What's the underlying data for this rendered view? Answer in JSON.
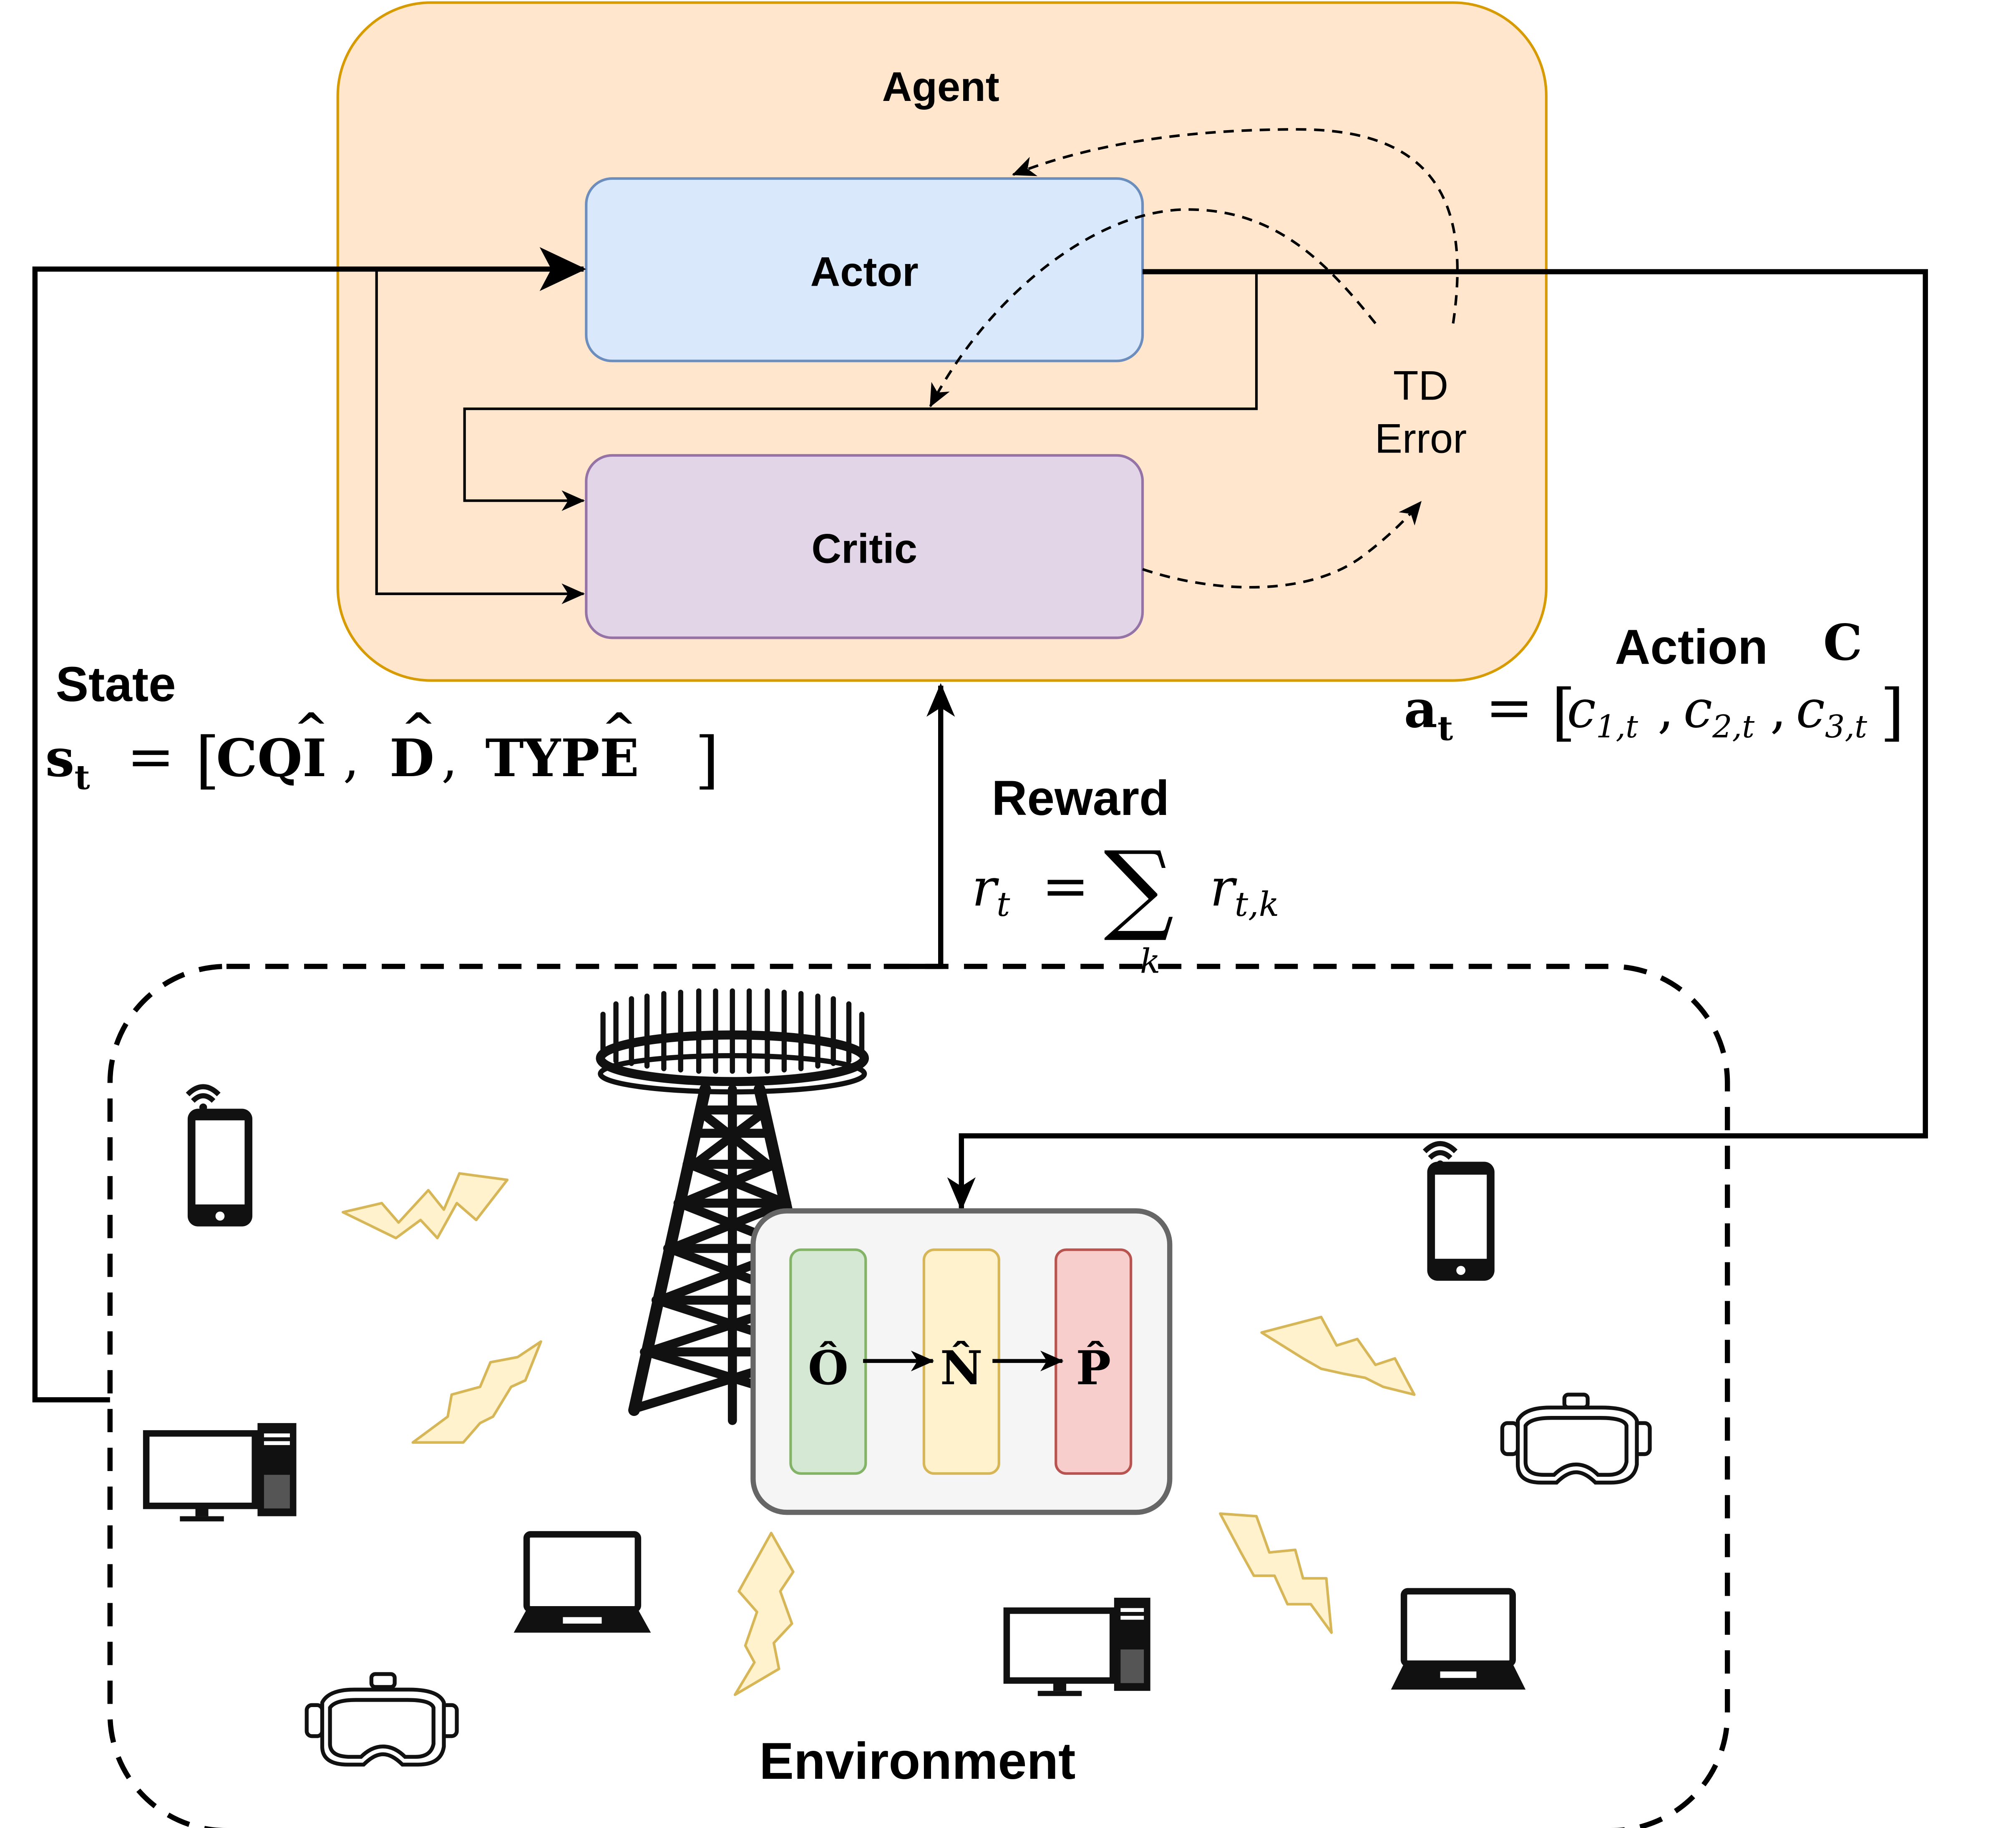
{
  "agent": {
    "title": "Agent",
    "actor_label": "Actor",
    "critic_label": "Critic",
    "td_error_line1": "TD",
    "td_error_line2": "Error"
  },
  "state": {
    "title": "State",
    "formula": "s_t = [CQI, D, TYPE]",
    "formula_lhs": "s",
    "formula_lhs_sub": "t",
    "formula_eq": "=",
    "formula_open": "[",
    "formula_item1": "CQI",
    "formula_item2": "D",
    "formula_item3": "TYPE",
    "formula_close": "]"
  },
  "action": {
    "title": "Action",
    "symbol": "C",
    "formula": "a_t = [c_{1,t}, c_{2,t}, c_{3,t}]",
    "formula_lhs": "a",
    "formula_lhs_sub": "t",
    "formula_eq": "=",
    "c_var": "c",
    "c1_sub": "1,t",
    "c2_sub": "2,t",
    "c3_sub": "3,t"
  },
  "reward": {
    "title": "Reward",
    "formula": "r_t = Σ_k r_{t,k}",
    "lhs": "r",
    "lhs_sub": "t",
    "eq": "=",
    "sum": "∑",
    "sum_index": "k",
    "rhs": "r",
    "rhs_sub": "t,k"
  },
  "environment": {
    "title": "Environment",
    "blocks": [
      {
        "label": "Ô",
        "fill": "#d5e8d4",
        "stroke": "#82b366"
      },
      {
        "label": "N̂",
        "fill": "#fff2cc",
        "stroke": "#d6b656"
      },
      {
        "label": "P̂",
        "fill": "#f8cecc",
        "stroke": "#b85450"
      }
    ],
    "devices": [
      "smartphone-icon",
      "desktop-computer-icon",
      "laptop-icon",
      "vr-headset-icon",
      "cell-tower-icon",
      "lightning-icon"
    ]
  },
  "colors": {
    "agent_fill": "#ffe6cc",
    "agent_stroke": "#d79b00",
    "actor_fill": "#dae8fc",
    "actor_stroke": "#6c8ebf",
    "critic_fill": "#e1d5e7",
    "critic_stroke": "#9673a6",
    "env_box_fill": "#f5f5f5",
    "env_box_stroke": "#666666",
    "lightning_fill": "#fff2cc",
    "lightning_stroke": "#d6b656"
  }
}
